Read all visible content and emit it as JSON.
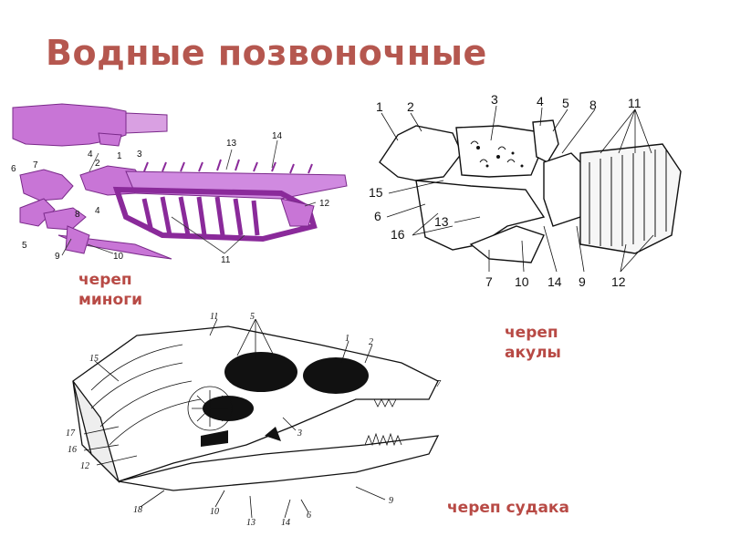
{
  "title": "Водные позвоночные",
  "lamprey": {
    "caption": [
      "череп",
      "миноги"
    ],
    "labels": [
      "1",
      "2",
      "3",
      "4",
      "4",
      "5",
      "6",
      "7",
      "8",
      "9",
      "10",
      "11",
      "12",
      "13",
      "14"
    ]
  },
  "shark": {
    "caption": [
      "череп",
      "акулы"
    ],
    "labels": [
      "1",
      "2",
      "3",
      "4",
      "5",
      "8",
      "11",
      "15",
      "6",
      "16",
      "13",
      "7",
      "10",
      "14",
      "9",
      "12"
    ]
  },
  "zander": {
    "caption": "череп судака",
    "labels": [
      "11",
      "5",
      "1",
      "2",
      "7",
      "15",
      "17",
      "16",
      "12",
      "3",
      "18",
      "10",
      "13",
      "14",
      "6",
      "9"
    ]
  },
  "colors": {
    "title": "#b5574f",
    "caption": "#b84a45",
    "lamprey_fill": "#c875d6",
    "lamprey_stroke": "#7a2a8a"
  }
}
